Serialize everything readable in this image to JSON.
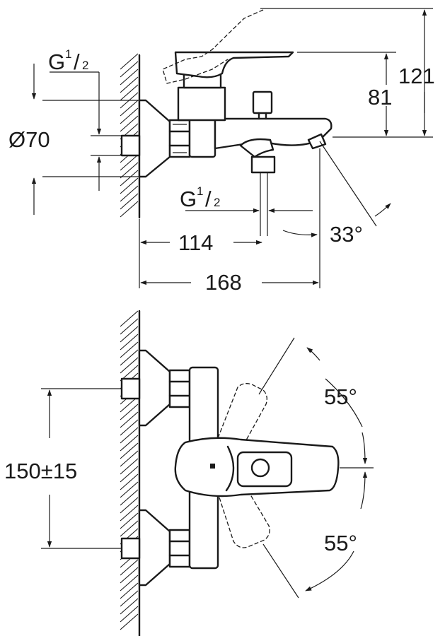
{
  "dimensions": {
    "thread_upper": {
      "main": "G",
      "num": "1",
      "den": "2"
    },
    "thread_lower": {
      "main": "G",
      "num": "1",
      "den": "2"
    },
    "diameter": "Ø70",
    "height_total": "121",
    "height_outlet": "81",
    "wall_to_outlet": "114",
    "wall_to_spout": "168",
    "spout_angle": "33°",
    "lever_angle_up": "55°",
    "lever_angle_down": "55°",
    "centers": "150±15"
  }
}
